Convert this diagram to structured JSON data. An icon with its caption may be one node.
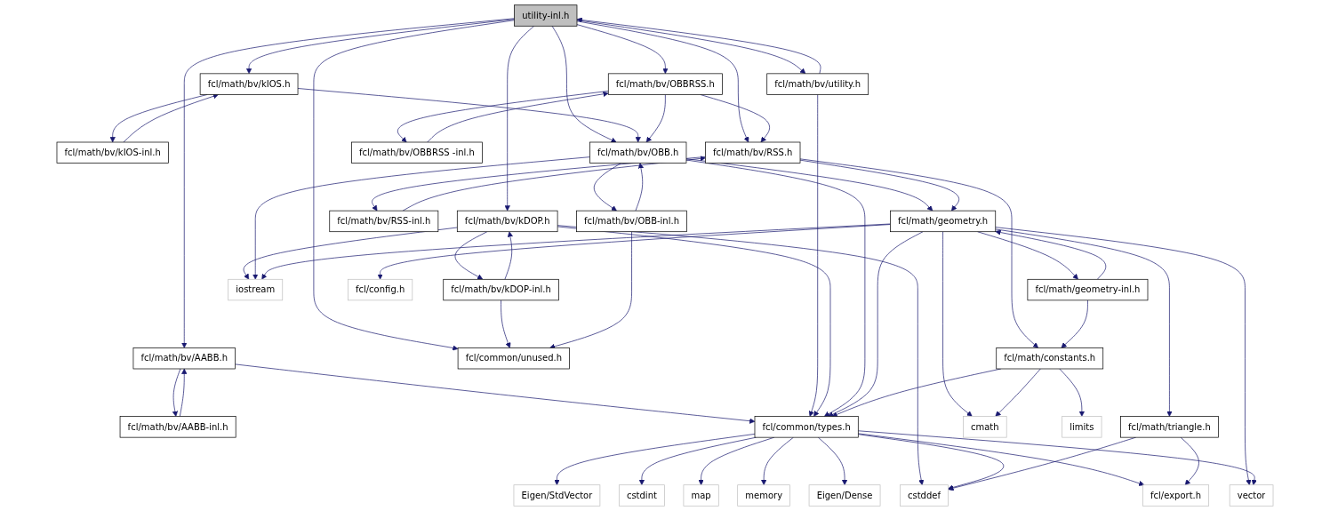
{
  "diagram": {
    "nodes": [
      {
        "text": [
          "utility-inl.h"
        ]
      },
      {
        "text": [
          "fcl/math/bv/AABB.h"
        ]
      },
      {
        "text": [
          "fcl/math/bv/utility.h"
        ]
      },
      {
        "text": [
          "fcl/math/bv/kIOS.h"
        ]
      },
      {
        "text": [
          "fcl/math/bv/OBBRSS.h"
        ]
      },
      {
        "text": [
          "fcl/math/bv/AABB-inl.h"
        ]
      },
      {
        "text": [
          "fcl/math/bv/kDOP.h"
        ]
      },
      {
        "text": [
          "fcl/math/bv/kIOS-inl.h"
        ]
      },
      {
        "text": [
          "fcl/math/bv/OBB.h"
        ]
      },
      {
        "text": [
          "fcl/math/bv/RSS.h"
        ]
      },
      {
        "text": [
          "fcl/math/bv/OBBRSS -inl.h"
        ]
      },
      {
        "text": [
          "fcl/math/bv/kDOP-inl.h"
        ]
      },
      {
        "text": [
          "fcl/math/bv/OBB-inl.h"
        ]
      },
      {
        "text": [
          "fcl/math/geometry.h"
        ]
      },
      {
        "text": [
          "fcl/math/bv/RSS-inl.h"
        ]
      },
      {
        "text": [
          "fcl/common/unused.h"
        ]
      },
      {
        "text": [
          "iostream"
        ]
      },
      {
        "text": [
          "fcl/math/geometry-inl.h"
        ]
      },
      {
        "text": [
          "fcl/config.h"
        ]
      },
      {
        "text": [
          "fcl/math/constants.h"
        ]
      },
      {
        "text": [
          "fcl/common/types.h"
        ]
      },
      {
        "text": [
          "fcl/math/triangle.h"
        ]
      },
      {
        "text": [
          "cmath"
        ]
      },
      {
        "text": [
          "limits"
        ]
      },
      {
        "text": [
          "Eigen/StdVector"
        ]
      },
      {
        "text": [
          "cstdint"
        ]
      },
      {
        "text": [
          "map"
        ]
      },
      {
        "text": [
          "memory"
        ]
      },
      {
        "text": [
          "Eigen/Dense"
        ]
      },
      {
        "text": [
          "cstddef"
        ]
      },
      {
        "text": [
          "fcl/export.h"
        ]
      },
      {
        "text": [
          "vector"
        ]
      }
    ],
    "edges": [
      {
        "from": 0,
        "to": 1,
        "arrow": "to"
      },
      {
        "from": 0,
        "to": 2,
        "arrow": "to"
      },
      {
        "from": 2,
        "to": 0,
        "arrow": "to"
      },
      {
        "from": 0,
        "to": 3,
        "arrow": "to"
      },
      {
        "from": 0,
        "to": 4,
        "arrow": "to"
      },
      {
        "from": 0,
        "to": 6,
        "arrow": "to"
      },
      {
        "from": 0,
        "to": 8,
        "arrow": "to"
      },
      {
        "from": 0,
        "to": 9,
        "arrow": "to"
      },
      {
        "from": 0,
        "to": 15,
        "arrow": "to"
      },
      {
        "from": 1,
        "to": 5,
        "arrow": "to"
      },
      {
        "from": 5,
        "to": 1,
        "arrow": "to"
      },
      {
        "from": 1,
        "to": 20,
        "arrow": "to"
      },
      {
        "from": 2,
        "to": 20,
        "arrow": "to"
      },
      {
        "from": 3,
        "to": 7,
        "arrow": "to"
      },
      {
        "from": 7,
        "to": 3,
        "arrow": "to"
      },
      {
        "from": 3,
        "to": 8,
        "arrow": "to"
      },
      {
        "from": 4,
        "to": 8,
        "arrow": "to"
      },
      {
        "from": 4,
        "to": 9,
        "arrow": "to"
      },
      {
        "from": 4,
        "to": 10,
        "arrow": "to"
      },
      {
        "from": 10,
        "to": 4,
        "arrow": "to"
      },
      {
        "from": 6,
        "to": 11,
        "arrow": "to"
      },
      {
        "from": 11,
        "to": 6,
        "arrow": "to"
      },
      {
        "from": 6,
        "to": 20,
        "arrow": "to"
      },
      {
        "from": 6,
        "to": 29,
        "arrow": "to"
      },
      {
        "from": 6,
        "to": 16,
        "arrow": "to"
      },
      {
        "from": 11,
        "to": 15,
        "arrow": "to"
      },
      {
        "from": 8,
        "to": 12,
        "arrow": "to"
      },
      {
        "from": 12,
        "to": 8,
        "arrow": "to"
      },
      {
        "from": 8,
        "to": 13,
        "arrow": "to"
      },
      {
        "from": 8,
        "to": 20,
        "arrow": "to"
      },
      {
        "from": 8,
        "to": 16,
        "arrow": "to"
      },
      {
        "from": 12,
        "to": 15,
        "arrow": "to"
      },
      {
        "from": 9,
        "to": 13,
        "arrow": "to"
      },
      {
        "from": 9,
        "to": 14,
        "arrow": "to"
      },
      {
        "from": 14,
        "to": 9,
        "arrow": "to"
      },
      {
        "from": 9,
        "to": 19,
        "arrow": "to"
      },
      {
        "from": 13,
        "to": 16,
        "arrow": "to"
      },
      {
        "from": 13,
        "to": 20,
        "arrow": "to"
      },
      {
        "from": 13,
        "to": 17,
        "arrow": "to"
      },
      {
        "from": 17,
        "to": 13,
        "arrow": "to"
      },
      {
        "from": 13,
        "to": 18,
        "arrow": "to"
      },
      {
        "from": 13,
        "to": 21,
        "arrow": "to"
      },
      {
        "from": 13,
        "to": 22,
        "arrow": "to"
      },
      {
        "from": 13,
        "to": 31,
        "arrow": "to"
      },
      {
        "from": 17,
        "to": 19,
        "arrow": "to"
      },
      {
        "from": 19,
        "to": 20,
        "arrow": "to"
      },
      {
        "from": 19,
        "to": 22,
        "arrow": "to"
      },
      {
        "from": 19,
        "to": 23,
        "arrow": "to"
      },
      {
        "from": 20,
        "to": 24,
        "arrow": "to"
      },
      {
        "from": 20,
        "to": 25,
        "arrow": "to"
      },
      {
        "from": 20,
        "to": 26,
        "arrow": "to"
      },
      {
        "from": 20,
        "to": 27,
        "arrow": "to"
      },
      {
        "from": 20,
        "to": 28,
        "arrow": "to"
      },
      {
        "from": 20,
        "to": 29,
        "arrow": "to"
      },
      {
        "from": 20,
        "to": 30,
        "arrow": "to"
      },
      {
        "from": 20,
        "to": 31,
        "arrow": "to"
      },
      {
        "from": 21,
        "to": 29,
        "arrow": "to"
      },
      {
        "from": 21,
        "to": 30,
        "arrow": "to"
      }
    ]
  }
}
